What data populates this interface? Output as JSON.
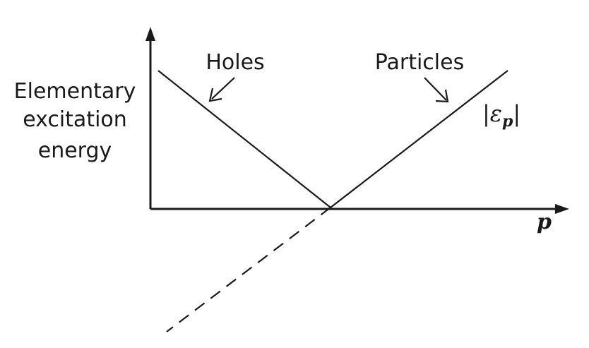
{
  "diagram": {
    "ylabel_lines": [
      "Elementary",
      "excitation",
      "energy"
    ],
    "xlabel": "p",
    "holes_label": "Holes",
    "particles_label": "Particles",
    "curve_label_prefix": "|ε",
    "curve_label_subscript": "p",
    "curve_label_suffix": "|"
  }
}
